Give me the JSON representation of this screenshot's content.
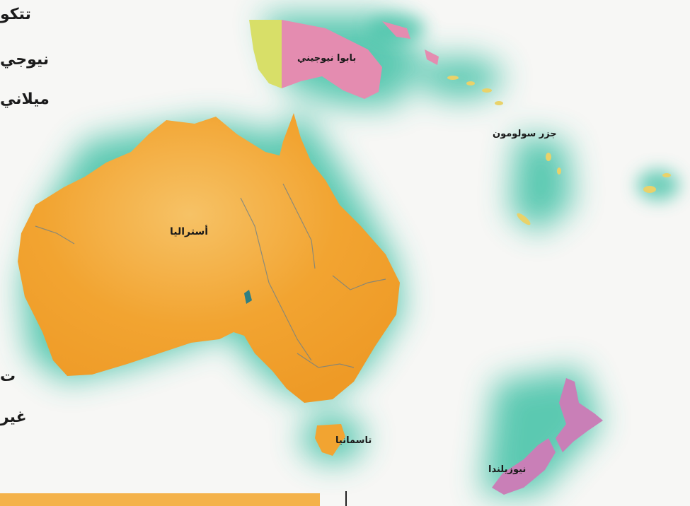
{
  "side_text": [
    "تتكو",
    "نيوجي",
    "ميلاني",
    "ت",
    "غير"
  ],
  "labels": {
    "papua_new_guinea": "بابوا نيوجيني",
    "solomon_islands": "جزر سولومون",
    "australia": "أستراليا",
    "tasmania": "تاسمانيا",
    "new_zealand": "نيوزيلندا"
  },
  "colors": {
    "sea_glow": "#3fc1a6",
    "australia": "#f2a431",
    "papua_new_guinea": "#e48cb0",
    "papua_western": "#d8df68",
    "new_zealand": "#c97fb7",
    "islands": "#e9d26a",
    "background": "#f7f7f5"
  }
}
